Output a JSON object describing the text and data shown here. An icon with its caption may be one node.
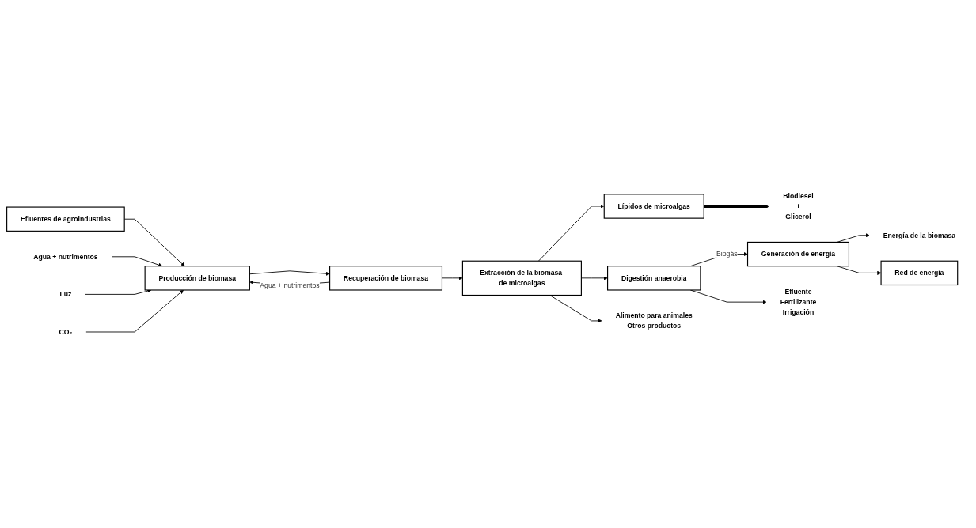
{
  "diagram": {
    "nodes": [
      {
        "text": [
          "Efluentes de agroindustrias"
        ]
      },
      {
        "text": [
          "Lípidos de microalgas"
        ]
      },
      {
        "text": [
          "Biodiesel",
          "+",
          "Glicerol"
        ]
      },
      {
        "text": [
          "Agua + nutrimentos"
        ]
      },
      {
        "text": [
          "Luz"
        ]
      },
      {
        "text": [
          "CO₂"
        ]
      },
      {
        "text": [
          "Producción de biomasa"
        ]
      },
      {
        "text": [
          "Recuperación de biomasa"
        ]
      },
      {
        "text": [
          "Extracción de la biomasa de microalgas"
        ]
      },
      {
        "text": [
          "Energía de la biomasa"
        ]
      },
      {
        "text": [
          "Generación de energía"
        ]
      },
      {
        "text": [
          "Digestión anaerobia"
        ]
      },
      {
        "text": [
          "Red de energía"
        ]
      },
      {
        "text": [
          "Alimento para animales",
          "Otros productos"
        ]
      },
      {
        "text": [
          "Efluente",
          "Fertilizante",
          "Irrigación"
        ]
      }
    ],
    "edges": [
      {
        "from": 0,
        "to": 6,
        "arrow": "to"
      },
      {
        "from": 7,
        "to": 6,
        "label": "Agua + nutrimentos",
        "arrow": "to"
      },
      {
        "from": 3,
        "to": 6,
        "arrow": "to"
      },
      {
        "from": 4,
        "to": 6,
        "arrow": "to"
      },
      {
        "from": 5,
        "to": 6,
        "arrow": "to"
      },
      {
        "from": 6,
        "to": 7,
        "arrow": "to"
      },
      {
        "from": 7,
        "to": 8,
        "arrow": "to"
      },
      {
        "from": 8,
        "to": 1,
        "arrow": "to"
      },
      {
        "from": 1,
        "to": 2,
        "arrow": "to",
        "style": "thick"
      },
      {
        "from": 8,
        "to": 11,
        "arrow": "to"
      },
      {
        "from": 8,
        "to": 13,
        "arrow": "to"
      },
      {
        "from": 11,
        "to": 10,
        "label": "Biogás",
        "arrow": "to"
      },
      {
        "from": 10,
        "to": 9,
        "arrow": "to"
      },
      {
        "from": 10,
        "to": 12,
        "arrow": "to"
      },
      {
        "from": 11,
        "to": 14,
        "arrow": "to"
      }
    ]
  }
}
